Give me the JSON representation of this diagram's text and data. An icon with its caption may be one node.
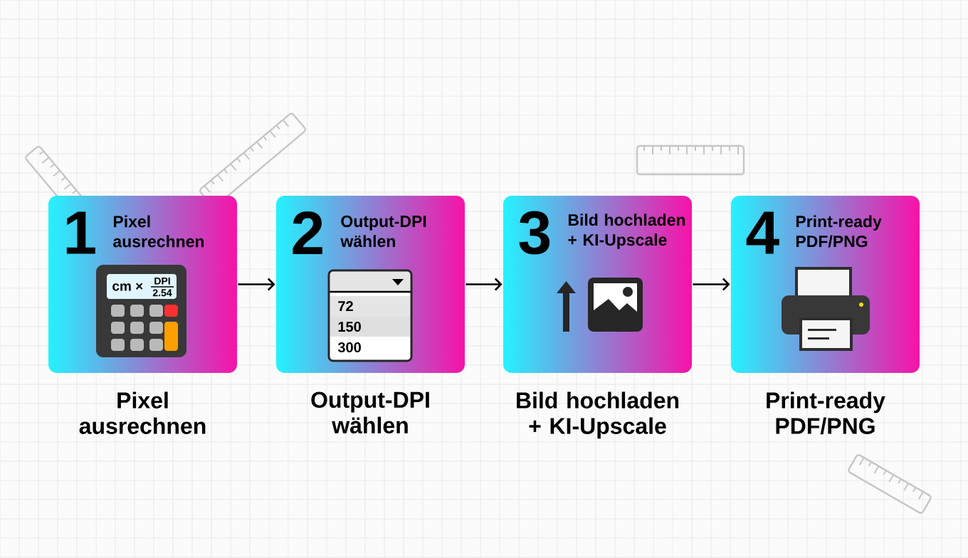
{
  "diagram": {
    "nodes": [
      {
        "text": [
          "1",
          "Pixel ausrechnen"
        ]
      },
      {
        "text": [
          "2",
          "Output-DPI wählen"
        ]
      },
      {
        "text": [
          "3",
          "Bild hochladen + KI-Upscale"
        ]
      },
      {
        "text": [
          "4",
          "Print-ready PDF/PNG"
        ]
      }
    ],
    "edges": [
      {
        "from": 0,
        "to": 1,
        "arrow": "to"
      },
      {
        "from": 1,
        "to": 2,
        "arrow": "to"
      },
      {
        "from": 2,
        "to": 3,
        "arrow": "to"
      }
    ],
    "labels": [
      "cm ×",
      "DPI",
      "2.54",
      "72",
      "150",
      "300",
      "Pixel ausrechnen",
      "Output-DPI wählen",
      "Bild hochladen + KI-Upscale",
      "Print-ready PDF/PNG"
    ]
  }
}
